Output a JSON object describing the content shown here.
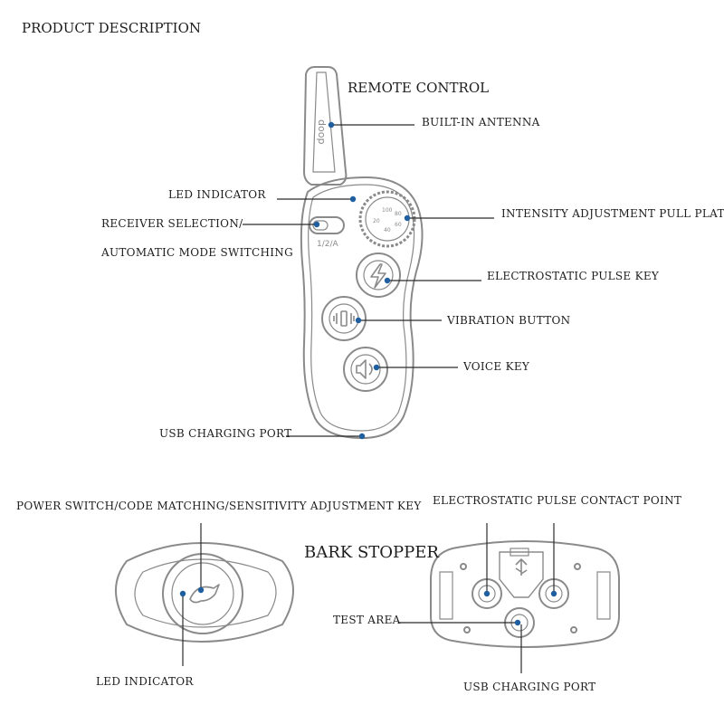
{
  "header": {
    "title": "PRODUCT DESCRIPTION"
  },
  "remote": {
    "title": "REMOTE CONTROL",
    "brand_mark": "doop",
    "switch_text": "1/2/A",
    "dial_numbers": [
      "100",
      "80",
      "60",
      "40",
      "20"
    ],
    "labels": {
      "antenna": "BUILT-IN ANTENNA",
      "led": "LED INDICATOR",
      "receiver1": "RECEIVER SELECTION/",
      "receiver2": "AUTOMATIC MODE SWITCHING",
      "intensity": "INTENSITY ADJUSTMENT PULL PLATE",
      "pulse": "ELECTROSTATIC PULSE KEY",
      "vibration": "VIBRATION BUTTON",
      "voice": "VOICE KEY",
      "usb": "USB CHARGING PORT"
    }
  },
  "collar": {
    "title": "BARK STOPPER",
    "labels": {
      "power": "POWER SWITCH/CODE MATCHING/SENSITIVITY ADJUSTMENT KEY",
      "led": "LED INDICATOR",
      "contact": "ELECTROSTATIC PULSE CONTACT POINT",
      "test": "TEST AREA",
      "usb": "USB CHARGING PORT"
    }
  },
  "colors": {
    "outline": "#8a8a8a",
    "dot": "#1f5fa0",
    "text": "#1e1e1e"
  },
  "icons": [
    "lightning-icon",
    "vibration-icon",
    "speaker-icon",
    "usb-icon",
    "dog-logo-icon"
  ]
}
